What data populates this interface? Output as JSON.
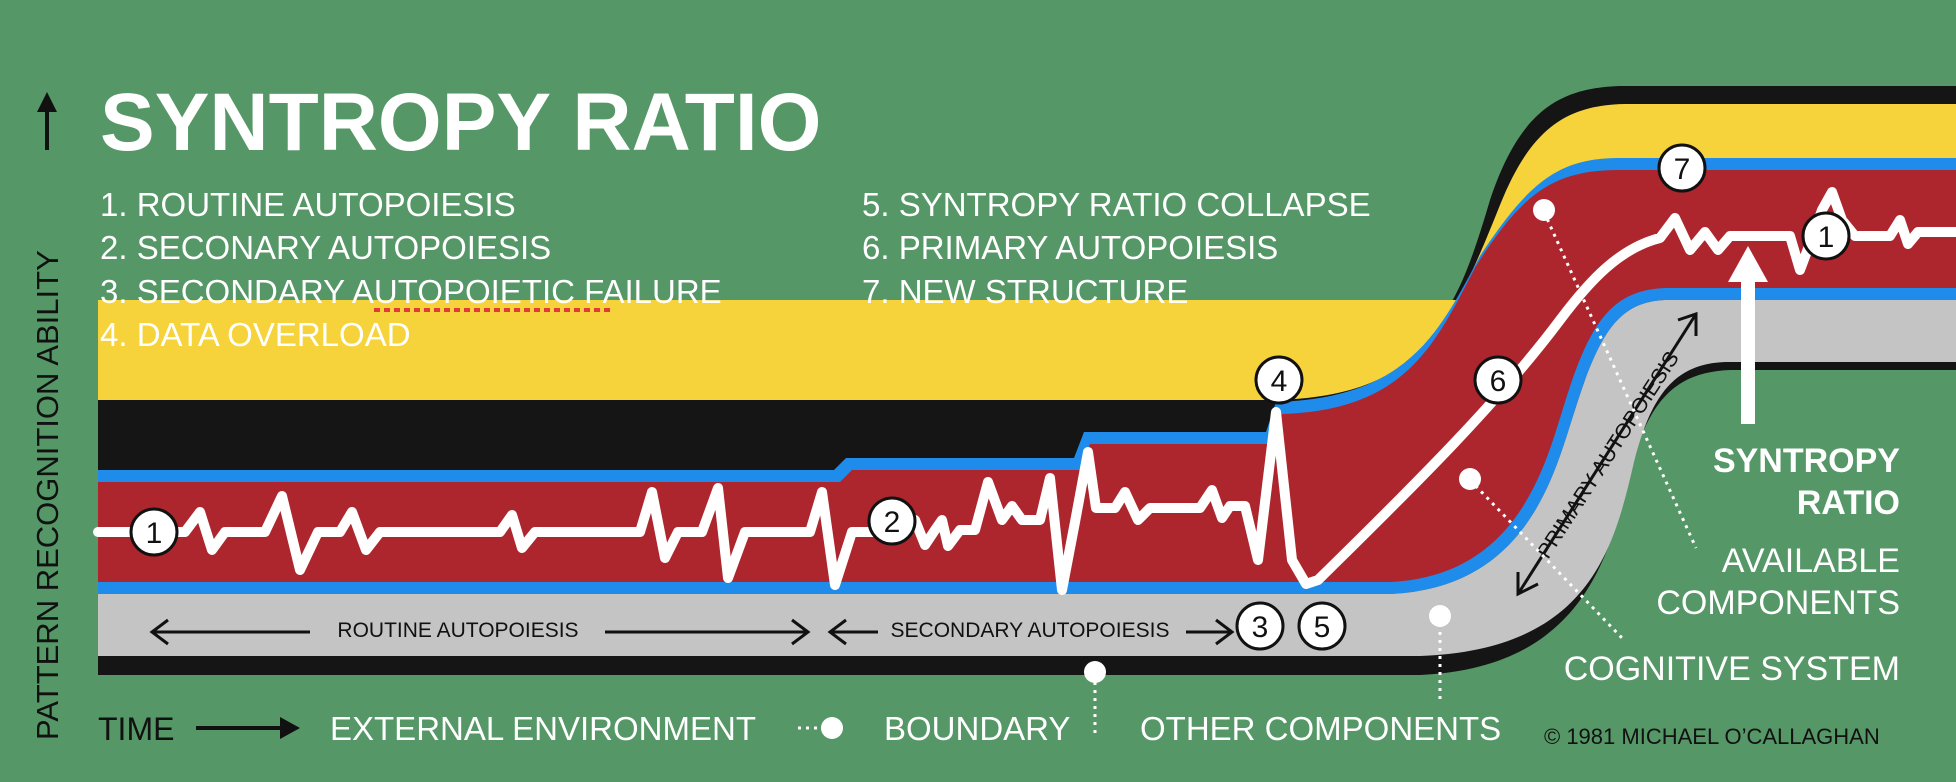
{
  "title": "SYNTROPY RATIO",
  "legend": {
    "left": [
      "1. ROUTINE AUTOPOIESIS",
      "2. SECONARY AUTOPOIESIS",
      "3. SECONDARY AUTOPOIETIC FAILURE",
      "4. DATA OVERLOAD"
    ],
    "right": [
      "5. SYNTROPY RATIO COLLAPSE",
      "6. PRIMARY AUTOPOIESIS",
      "7. NEW STRUCTURE"
    ]
  },
  "y_axis_label": "PATTERN RECOGNITION ABILITY",
  "x_axis_label": "TIME",
  "spans": {
    "routine": "ROUTINE AUTOPOIESIS",
    "secondary": "SECONDARY AUTOPOIESIS",
    "primary": "PRIMARY AUTOPOIESIS"
  },
  "markers": [
    "1",
    "2",
    "3",
    "4",
    "5",
    "6",
    "7",
    "1"
  ],
  "labels": {
    "syntropy_line1": "SYNTROPY",
    "syntropy_line2": "RATIO",
    "available_line1": "AVAILABLE",
    "available_line2": "COMPONENTS",
    "cognitive": "COGNITIVE SYSTEM",
    "external": "EXTERNAL ENVIRONMENT",
    "boundary": "BOUNDARY",
    "other": "OTHER COMPONENTS"
  },
  "copyright": "© 1981 MICHAEL O’CALLAGHAN",
  "colors": {
    "background": "#559766",
    "yellow": "#f6d33a",
    "red": "#ad262d",
    "blue": "#1f8cec",
    "grey": "#c4c4c4",
    "black": "#151515",
    "white": "#ffffff"
  }
}
